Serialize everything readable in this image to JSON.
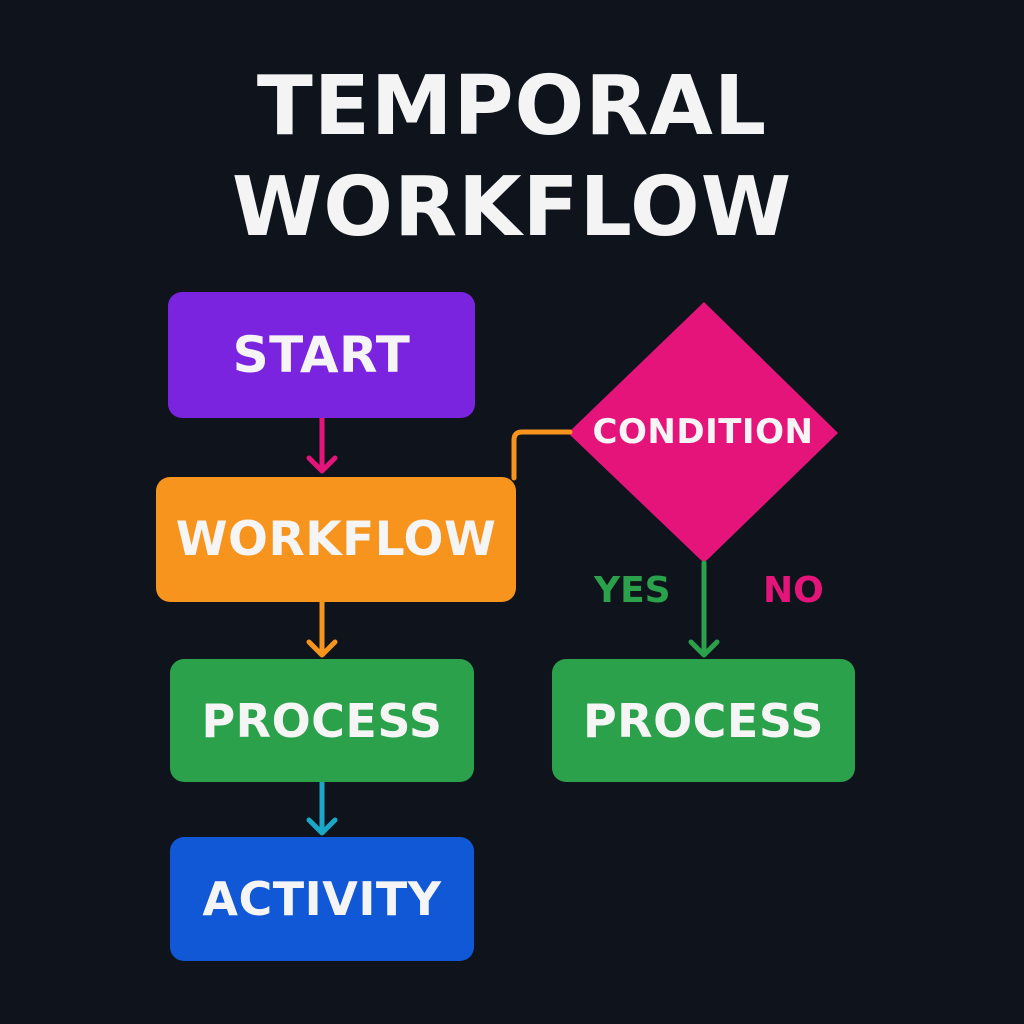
{
  "title": {
    "line1": "TEMPORAL",
    "line2": "WORKFLOW"
  },
  "nodes": {
    "start": {
      "label": "START",
      "color": "#7b24e0"
    },
    "workflow": {
      "label": "WORKFLOW",
      "color": "#f7941d"
    },
    "process_left": {
      "label": "PROCESS",
      "color": "#2aa14a"
    },
    "activity": {
      "label": "ACTIVITY",
      "color": "#1158d6"
    },
    "condition": {
      "label": "CONDITION",
      "color": "#e5147a"
    },
    "process_right": {
      "label": "PROCESS",
      "color": "#2aa14a"
    }
  },
  "branches": {
    "yes": {
      "label": "YES",
      "color": "#2aa14a"
    },
    "no": {
      "label": "NO",
      "color": "#e5147a"
    }
  },
  "connector_colors": {
    "start_to_workflow": "#e5147a",
    "workflow_to_process": "#f7941d",
    "process_to_activity": "#1aa7c8",
    "condition_to_workflow": "#f7941d",
    "condition_to_process": "#2aa14a"
  }
}
